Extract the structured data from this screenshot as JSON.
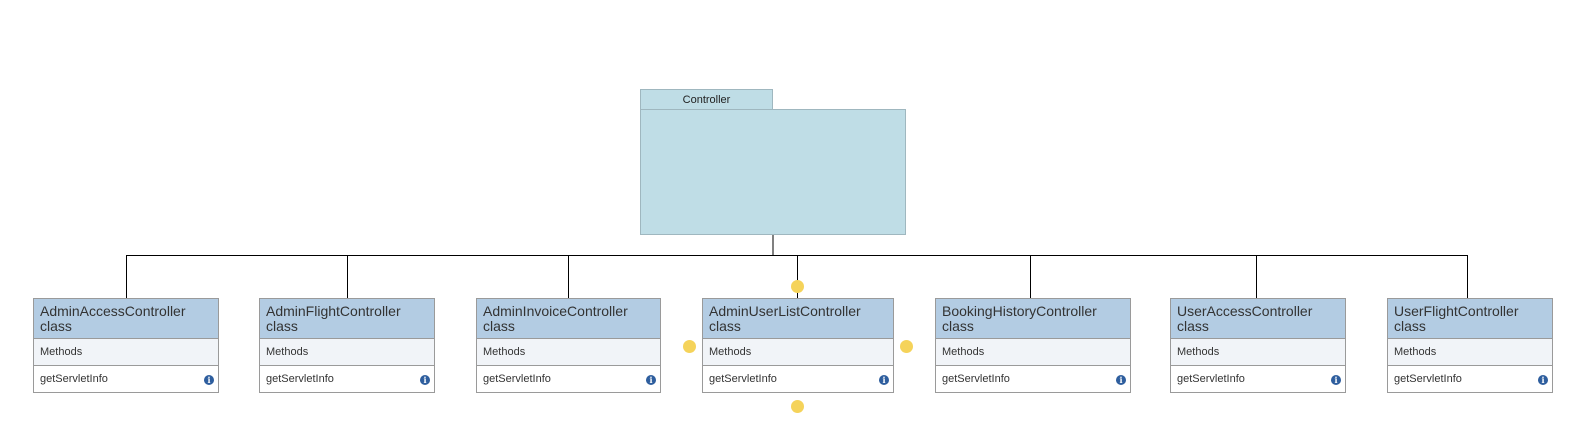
{
  "package": {
    "name": "Controller"
  },
  "classes": [
    {
      "name": "AdminAccessController",
      "kind": "class",
      "section": "Methods",
      "method": "getServletInfo",
      "icon": "info-icon"
    },
    {
      "name": "AdminFlightController",
      "kind": "class",
      "section": "Methods",
      "method": "getServletInfo",
      "icon": "info-icon"
    },
    {
      "name": "AdminInvoiceController",
      "kind": "class",
      "section": "Methods",
      "method": "getServletInfo",
      "icon": "info-icon"
    },
    {
      "name": "AdminUserListController",
      "kind": "class",
      "section": "Methods",
      "method": "getServletInfo",
      "icon": "info-icon",
      "selected": true
    },
    {
      "name": "BookingHistoryController",
      "kind": "class",
      "section": "Methods",
      "method": "getServletInfo",
      "icon": "info-icon"
    },
    {
      "name": "UserAccessController",
      "kind": "class",
      "section": "Methods",
      "method": "getServletInfo",
      "icon": "info-icon"
    },
    {
      "name": "UserFlightController",
      "kind": "class",
      "section": "Methods",
      "method": "getServletInfo",
      "icon": "info-icon"
    }
  ],
  "colors": {
    "package_fill": "#bfdde6",
    "class_header_fill": "#b3cce3",
    "section_fill": "#f1f4f8",
    "selection_handle": "#f5d35a",
    "connector": "#000000",
    "info_icon": "#2e5e9e"
  }
}
